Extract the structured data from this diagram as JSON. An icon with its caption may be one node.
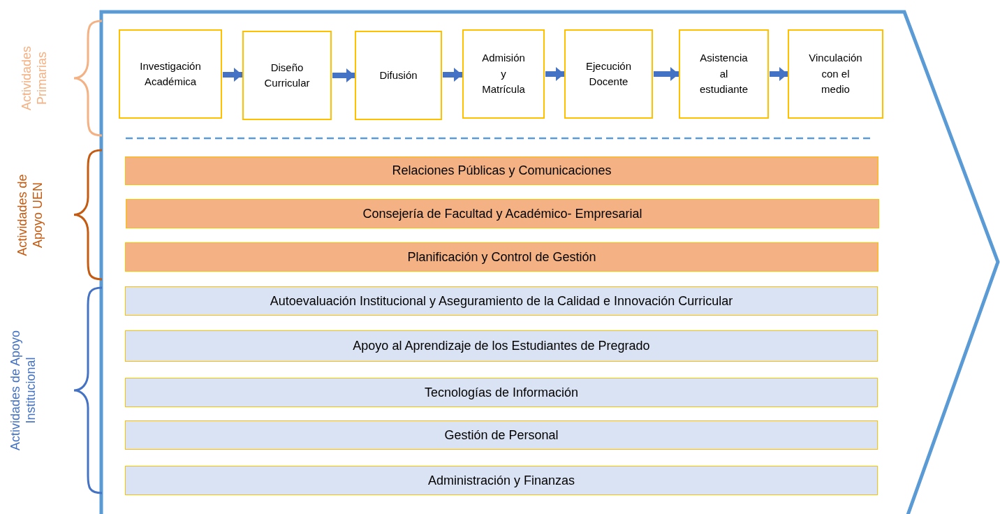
{
  "diagram": {
    "nodes": [
      {
        "text": [],
        "shape": "chevron"
      },
      {
        "text": [
          "Investigación Académica"
        ],
        "in": 0
      },
      {
        "text": [
          "Diseño Curricular"
        ],
        "in": 0
      },
      {
        "text": [
          "Difusión"
        ],
        "in": 0
      },
      {
        "text": [
          "Admisión y Matrícula"
        ],
        "in": 0
      },
      {
        "text": [
          "Ejecución Docente"
        ],
        "in": 0
      },
      {
        "text": [
          "Asistencia al estudiante"
        ],
        "in": 0
      },
      {
        "text": [
          "Vinculación con el medio"
        ],
        "in": 0
      },
      {
        "text": [
          "Relaciones Públicas y Comunicaciones"
        ],
        "in": 0
      },
      {
        "text": [
          "Consejería de Facultad y Académico- Empresarial"
        ],
        "in": 0
      },
      {
        "text": [
          "Planificación y Control de Gestión"
        ],
        "in": 0
      },
      {
        "text": [
          "Autoevaluación Institucional y Aseguramiento de la Calidad e Innovación Curricular"
        ],
        "in": 0
      },
      {
        "text": [
          "Apoyo al Aprendizaje de los Estudiantes de Pregrado"
        ],
        "in": 0
      },
      {
        "text": [
          "Tecnologías de Información"
        ],
        "in": 0
      },
      {
        "text": [
          "Gestión de Personal"
        ],
        "in": 0
      },
      {
        "text": [
          "Administración y Finanzas"
        ],
        "in": 0
      }
    ],
    "edges": [
      {
        "from": 1,
        "to": 2,
        "arrow": "to"
      },
      {
        "from": 2,
        "to": 3,
        "arrow": "to"
      },
      {
        "from": 3,
        "to": 4,
        "arrow": "to"
      },
      {
        "from": 4,
        "to": 5,
        "arrow": "to"
      },
      {
        "from": 5,
        "to": 6,
        "arrow": "to"
      },
      {
        "from": 6,
        "to": 7,
        "arrow": "to"
      }
    ],
    "labels": [
      "Actividades Primarias",
      "Actividades de Apoyo UEN",
      "Actividades de Apoyo Institucional"
    ]
  }
}
